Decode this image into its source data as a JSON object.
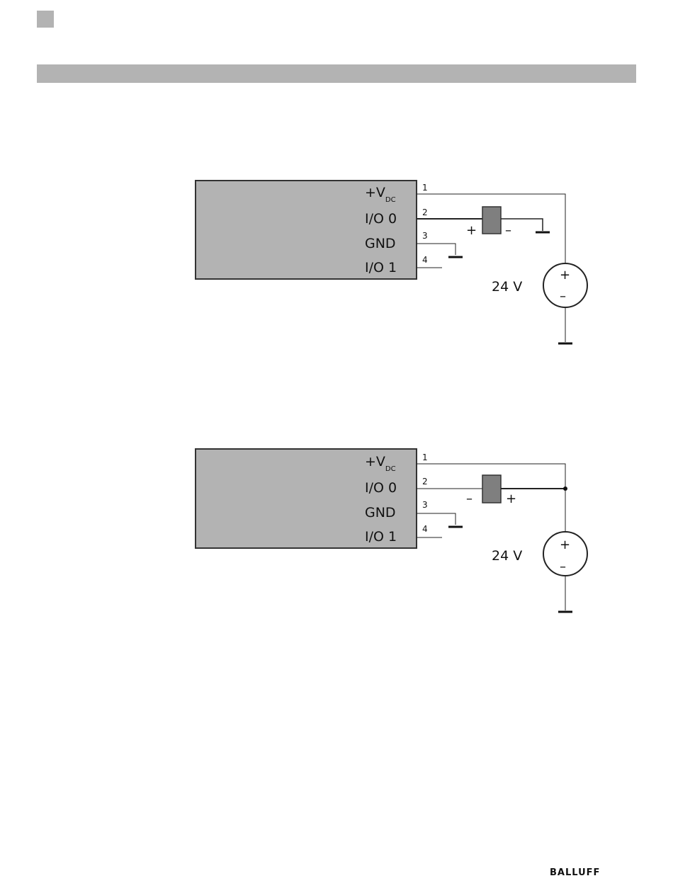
{
  "diagrams": [
    {
      "labels": {
        "vdc_prefix": "+V",
        "vdc_sub": "DC",
        "io0": "I/O 0",
        "gnd": "GND",
        "io1": "I/O 1"
      },
      "pins": [
        "1",
        "2",
        "3",
        "4"
      ],
      "load_polarity": {
        "left": "+",
        "right": "–"
      },
      "source": {
        "voltage": "24 V",
        "plus": "+",
        "minus": "–"
      }
    },
    {
      "labels": {
        "vdc_prefix": "+V",
        "vdc_sub": "DC",
        "io0": "I/O 0",
        "gnd": "GND",
        "io1": "I/O 1"
      },
      "pins": [
        "1",
        "2",
        "3",
        "4"
      ],
      "load_polarity": {
        "left": "–",
        "right": "+"
      },
      "source": {
        "voltage": "24 V",
        "plus": "+",
        "minus": "–"
      }
    }
  ],
  "logo": "BALLUFF"
}
